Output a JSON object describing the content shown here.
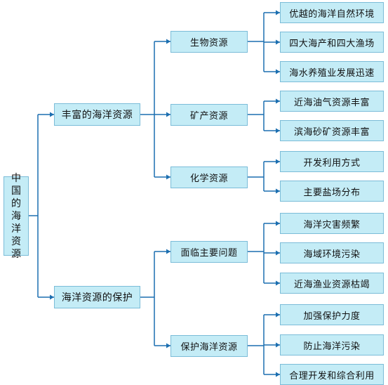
{
  "root": {
    "label": "中国的海洋资源"
  },
  "branches": [
    {
      "label": "丰富的海洋资源",
      "children": [
        {
          "label": "生物资源",
          "children": [
            "优越的海洋自然环境",
            "四大海产和四大渔场",
            "海水养殖业发展迅速"
          ]
        },
        {
          "label": "矿产资源",
          "children": [
            "近海油气资源丰富",
            "滨海砂矿资源丰富"
          ]
        },
        {
          "label": "化学资源",
          "children": [
            "开发利用方式",
            "主要盐场分布"
          ]
        }
      ]
    },
    {
      "label": "海洋资源的保护",
      "children": [
        {
          "label": "面临主要问题",
          "children": [
            "海洋灾害频繁",
            "海域环境污染",
            "近海渔业资源枯竭"
          ]
        },
        {
          "label": "保护海洋资源",
          "children": [
            "加强保护力度",
            "防止海洋污染",
            "合理开发和综合利用"
          ]
        }
      ]
    }
  ],
  "colors": {
    "box_fill": "#c4ecf6",
    "box_border": "#7bbcd8",
    "line": "#1c6fb0"
  }
}
